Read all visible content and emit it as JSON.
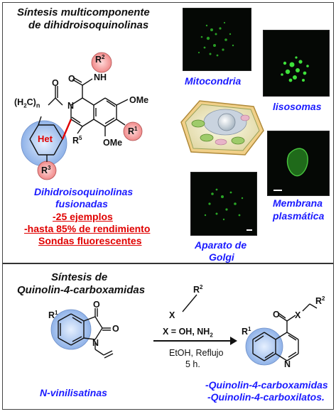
{
  "top": {
    "title_line1": "Síntesis multicomponente",
    "title_line2": "de dihidroisoquinolinas",
    "product_line1": "Dihidroisoquinolinas",
    "product_line2": "fusionadas",
    "bullet1": "-25 ejemplos",
    "bullet2": "-hasta 85% de rendimiento",
    "bullet3": "Sondas fluorescentes",
    "structure_labels": {
      "r2": "R2",
      "nh": "NH",
      "o1": "O",
      "o2": "O",
      "h2c": "(H2C)n",
      "n": "N",
      "ome1": "OMe",
      "het": "Het",
      "r1": "R1",
      "r5": "R5",
      "ome2": "OMe",
      "r3": "R3"
    },
    "images": {
      "mito": "Mitocondria",
      "liso": "lisosomas",
      "membrana_line1": "Membrana",
      "membrana_line2": "plasmática",
      "golgi_line1": "Aparato de",
      "golgi_line2": "Golgi"
    }
  },
  "bottom": {
    "title_line1": "Síntesis de",
    "title_line2": "Quinolin-4-carboxamidas",
    "reactant_label": "N-vinilisatinas",
    "reagent_r2": "R2",
    "reagent_x": "X",
    "condition1": "X = OH, NH2",
    "condition2": "EtOH, Reflujo",
    "condition3": "5 h.",
    "isatin_labels": {
      "r1": "R1",
      "o_top": "O",
      "o_right": "O",
      "n": "N"
    },
    "product_labels": {
      "o": "O",
      "x": "X",
      "r2": "R2",
      "r1": "R1",
      "n": "N"
    },
    "product1": "-Quinolin-4-carboxamidas",
    "product2": "-Quinolin-4-carboxilatos."
  },
  "colors": {
    "blue": "#1a1aff",
    "red": "#e00000",
    "green": "#39d12a"
  }
}
